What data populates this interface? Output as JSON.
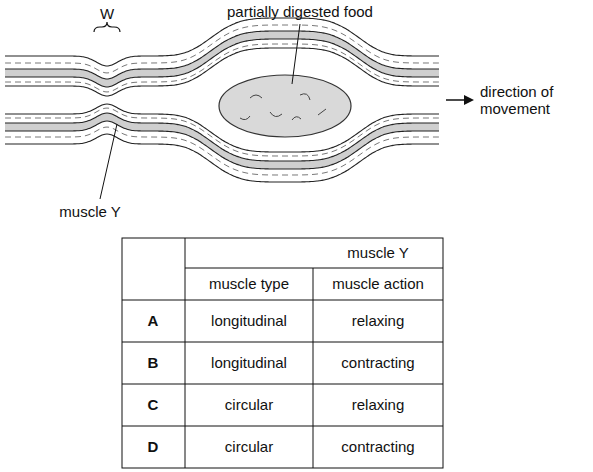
{
  "diagram": {
    "labels": [
      "partially digested food",
      "W",
      "direction of movement",
      "muscle Y",
      "muscle Y",
      "muscle type",
      "muscle action",
      "A",
      "longitudinal",
      "relaxing",
      "B",
      "longitudinal",
      "contracting",
      "C",
      "circular",
      "relaxing",
      "D",
      "circular",
      "contracting"
    ]
  }
}
